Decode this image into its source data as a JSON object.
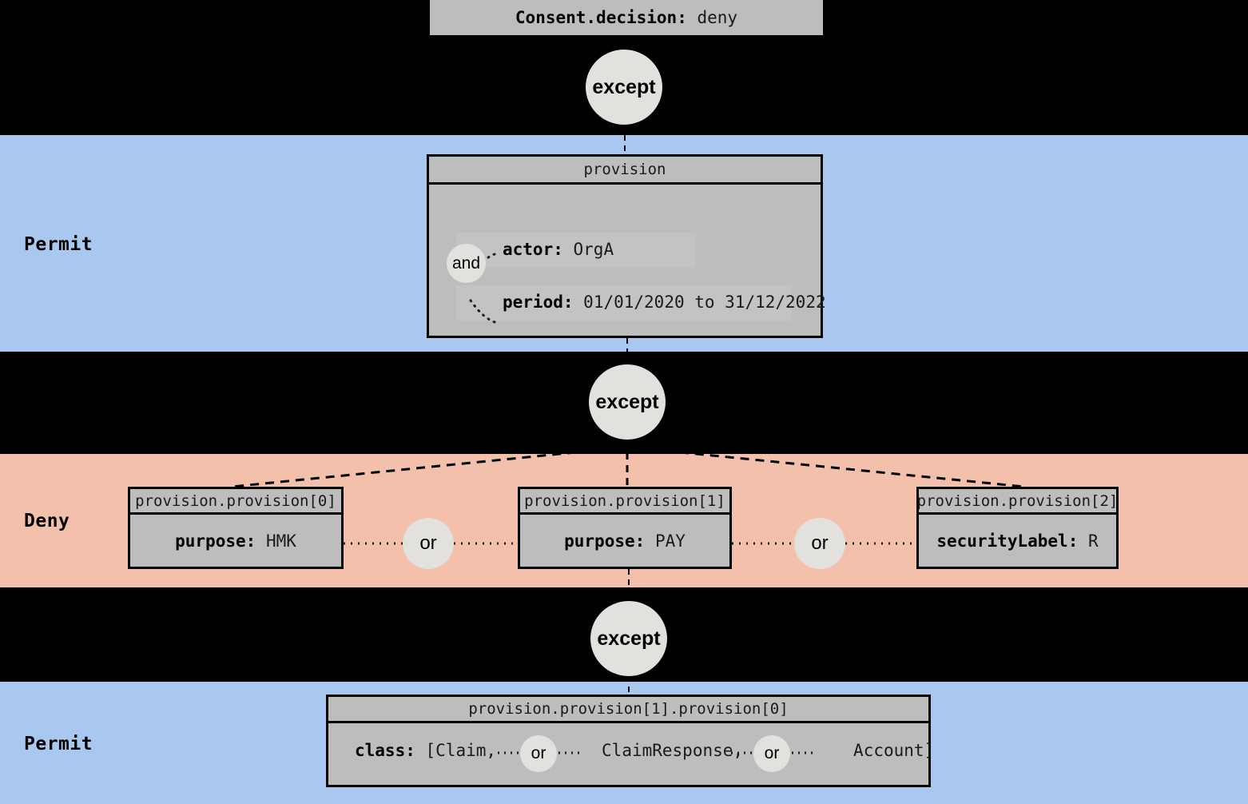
{
  "bands": [
    {
      "name": "permit-top",
      "label": "Permit",
      "color": "#a8c8f0"
    },
    {
      "name": "deny-middle",
      "label": "Deny",
      "color": "#f3c0ab"
    },
    {
      "name": "permit-bottom",
      "label": "Permit",
      "color": "#a8c8f0"
    }
  ],
  "background_color": "#000000",
  "node_fill_color": "#bdbdbd",
  "operator_fill_color": "#e3e1de",
  "root": {
    "name": "consent-decision",
    "text_key": "Consent.decision:",
    "text_value": "deny"
  },
  "operators": {
    "except_1": "except",
    "except_2": "except",
    "except_3": "except",
    "and_1": "and",
    "or_1": "or",
    "or_2": "or",
    "or_inline_1": "or",
    "or_inline_2": "or"
  },
  "provision": {
    "header": "provision",
    "attributes": [
      {
        "key": "actor:",
        "value": "OrgA"
      },
      {
        "key": "period:",
        "value": "01/01/2020 to 31/12/2022"
      }
    ]
  },
  "deny_provisions": [
    {
      "header": "provision.provision[0]",
      "attribute": {
        "key": "purpose:",
        "value": "HMK"
      }
    },
    {
      "header": "provision.provision[1]",
      "attribute": {
        "key": "purpose:",
        "value": "PAY"
      }
    },
    {
      "header": "provision.provision[2]",
      "attribute": {
        "key": "securityLabel:",
        "value": "R"
      }
    }
  ],
  "nested_provision": {
    "header": "provision.provision[1].provision[0]",
    "class_key": "class:",
    "class_open": "[Claim,",
    "class_middle": "ClaimResponse,",
    "class_close": "Account]"
  }
}
